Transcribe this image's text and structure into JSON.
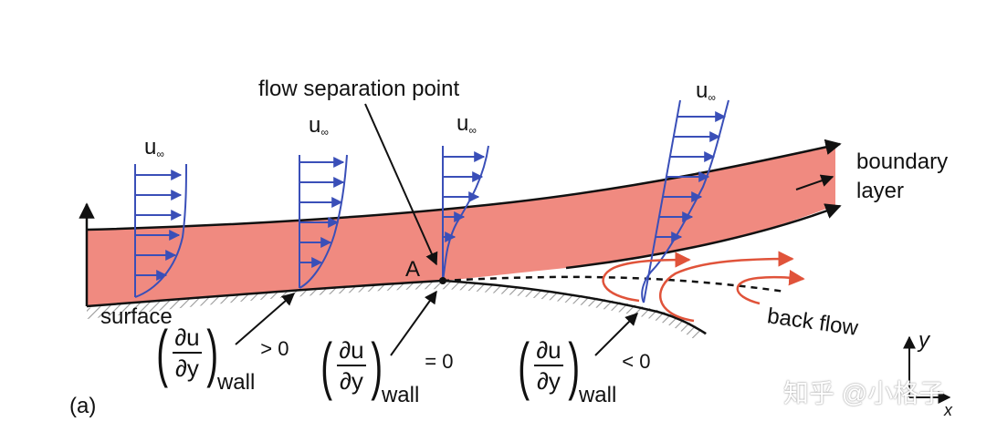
{
  "title": "flow separation point",
  "labels": {
    "uinf_base": "u",
    "uinf_sub": "∞",
    "point_a": "A",
    "boundary_layer_line1": "boundary",
    "boundary_layer_line2": "layer",
    "surface": "surface",
    "back_flow": "back flow",
    "panel": "(a)",
    "axis_y": "y",
    "axis_x": "x"
  },
  "derivatives": [
    {
      "numerator": "∂u",
      "denominator": "∂y",
      "subscript": "wall",
      "condition": "> 0"
    },
    {
      "numerator": "∂u",
      "denominator": "∂y",
      "subscript": "wall",
      "condition": "= 0"
    },
    {
      "numerator": "∂u",
      "denominator": "∂y",
      "subscript": "wall",
      "condition": "< 0"
    }
  ],
  "watermark": "知乎 @小格子",
  "colors": {
    "boundary_fill": "#f08a80",
    "outline": "#111111",
    "profile": "#3a4fb8",
    "back_flow": "#e0533a",
    "hatch": "#9a9a9a"
  }
}
